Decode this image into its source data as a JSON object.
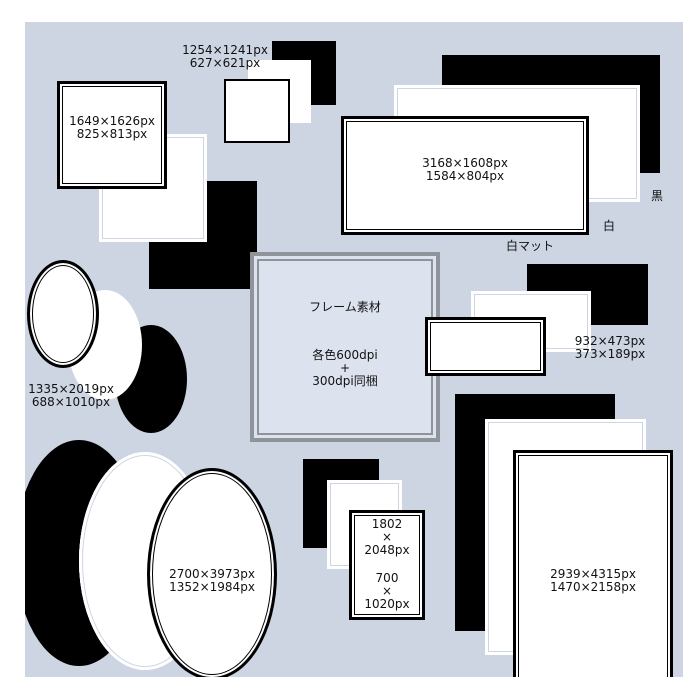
{
  "center": {
    "title": "フレーム素材",
    "line1": "各色600dpi",
    "line2": "+",
    "line3": "300dpi同梱"
  },
  "labels": {
    "small_square": [
      "1254×1241px",
      "627×621px"
    ],
    "square": [
      "1649×1626px",
      "825×813px"
    ],
    "wide": [
      "3168×1608px",
      "1584×804px"
    ],
    "small_wide": [
      "932×473px",
      "373×189px"
    ],
    "oval_small": [
      "1335×2019px",
      "688×1010px"
    ],
    "oval_large": [
      "2700×3973px",
      "1352×1984px"
    ],
    "portrait_small": [
      "1802",
      "×",
      "2048px",
      "700",
      "×",
      "1020px"
    ],
    "portrait_large": [
      "2939×4315px",
      "1470×2158px"
    ]
  },
  "color_labels": {
    "black": "黒",
    "white": "白",
    "white_mat": "白マット"
  },
  "colors": {
    "background": "#cdd5e3",
    "panel": "#dde3ee",
    "panel_border": "#8f939a"
  }
}
